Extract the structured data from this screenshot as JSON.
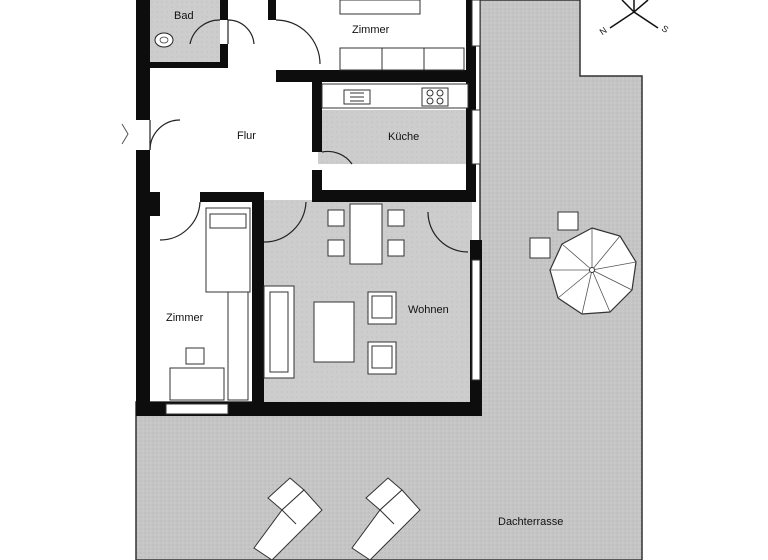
{
  "floorplan": {
    "rooms": {
      "bad": "Bad",
      "zimmer_top": "Zimmer",
      "flur": "Flur",
      "kueche": "Küche",
      "zimmer_left": "Zimmer",
      "wohnen": "Wohnen",
      "dachterrasse": "Dachterrasse"
    },
    "compass": {
      "north": "N",
      "south": "S"
    }
  },
  "colors": {
    "wall": "#0d0d0d",
    "floor_gray": "#c9c9c9",
    "terrace_gray": "#c4c4c4",
    "paper": "#ffffff"
  }
}
